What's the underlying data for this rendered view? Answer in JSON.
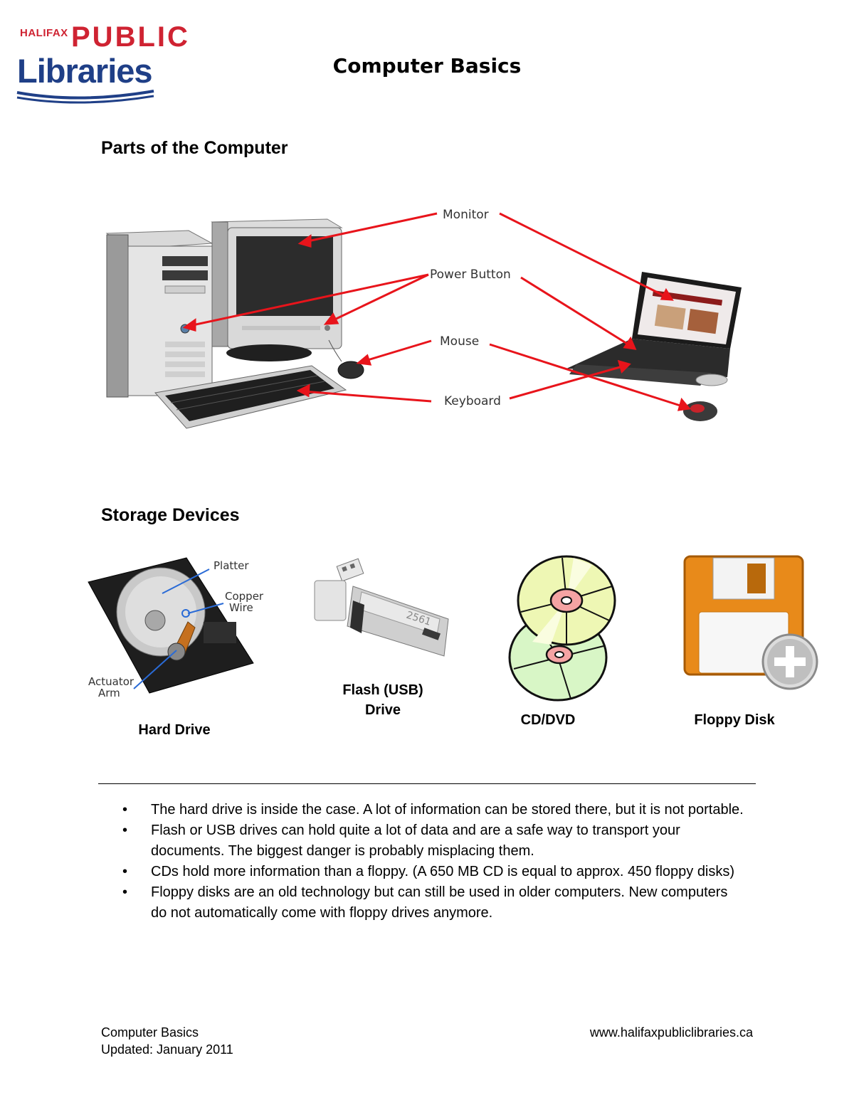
{
  "logo": {
    "line1": "HALIFAX",
    "line2": "PUBLIC",
    "line3": "Libraries"
  },
  "title": "Computer Basics",
  "sections": {
    "parts": {
      "heading": "Parts of the Computer",
      "callouts": {
        "monitor": "Monitor",
        "power": "Power Button",
        "mouse": "Mouse",
        "keyboard": "Keyboard"
      }
    },
    "storage": {
      "heading": "Storage Devices",
      "hard_drive": {
        "caption": "Hard Drive",
        "labels": {
          "platter": "Platter",
          "copper_1": "Copper",
          "copper_2": "Wire",
          "actuator_1": "Actuator",
          "actuator_2": "Arm"
        }
      },
      "flash": {
        "caption_1": "Flash (USB)",
        "caption_2": "Drive",
        "mark": "2561"
      },
      "cd": {
        "caption": "CD/DVD"
      },
      "floppy": {
        "caption": "Floppy Disk"
      }
    }
  },
  "bullets": [
    "The hard drive is inside the case.  A lot of information can be stored there, but it is not portable.",
    "Flash or USB drives can hold quite a lot of data and are a safe way to transport your documents. The biggest danger is probably misplacing them.",
    "CDs hold more information than a floppy. (A 650 MB CD is equal to approx. 450 floppy disks)",
    "Floppy disks are an old technology but can still be used in older computers.  New computers do not automatically come with floppy drives anymore."
  ],
  "footer": {
    "left_1": "Computer Basics",
    "left_2": "Updated: January 2011",
    "right": "www.halifaxpubliclibraries.ca"
  },
  "colors": {
    "logo_red": "#cf2332",
    "logo_blue": "#1f3f87",
    "arrow_red": "#e8141b"
  }
}
